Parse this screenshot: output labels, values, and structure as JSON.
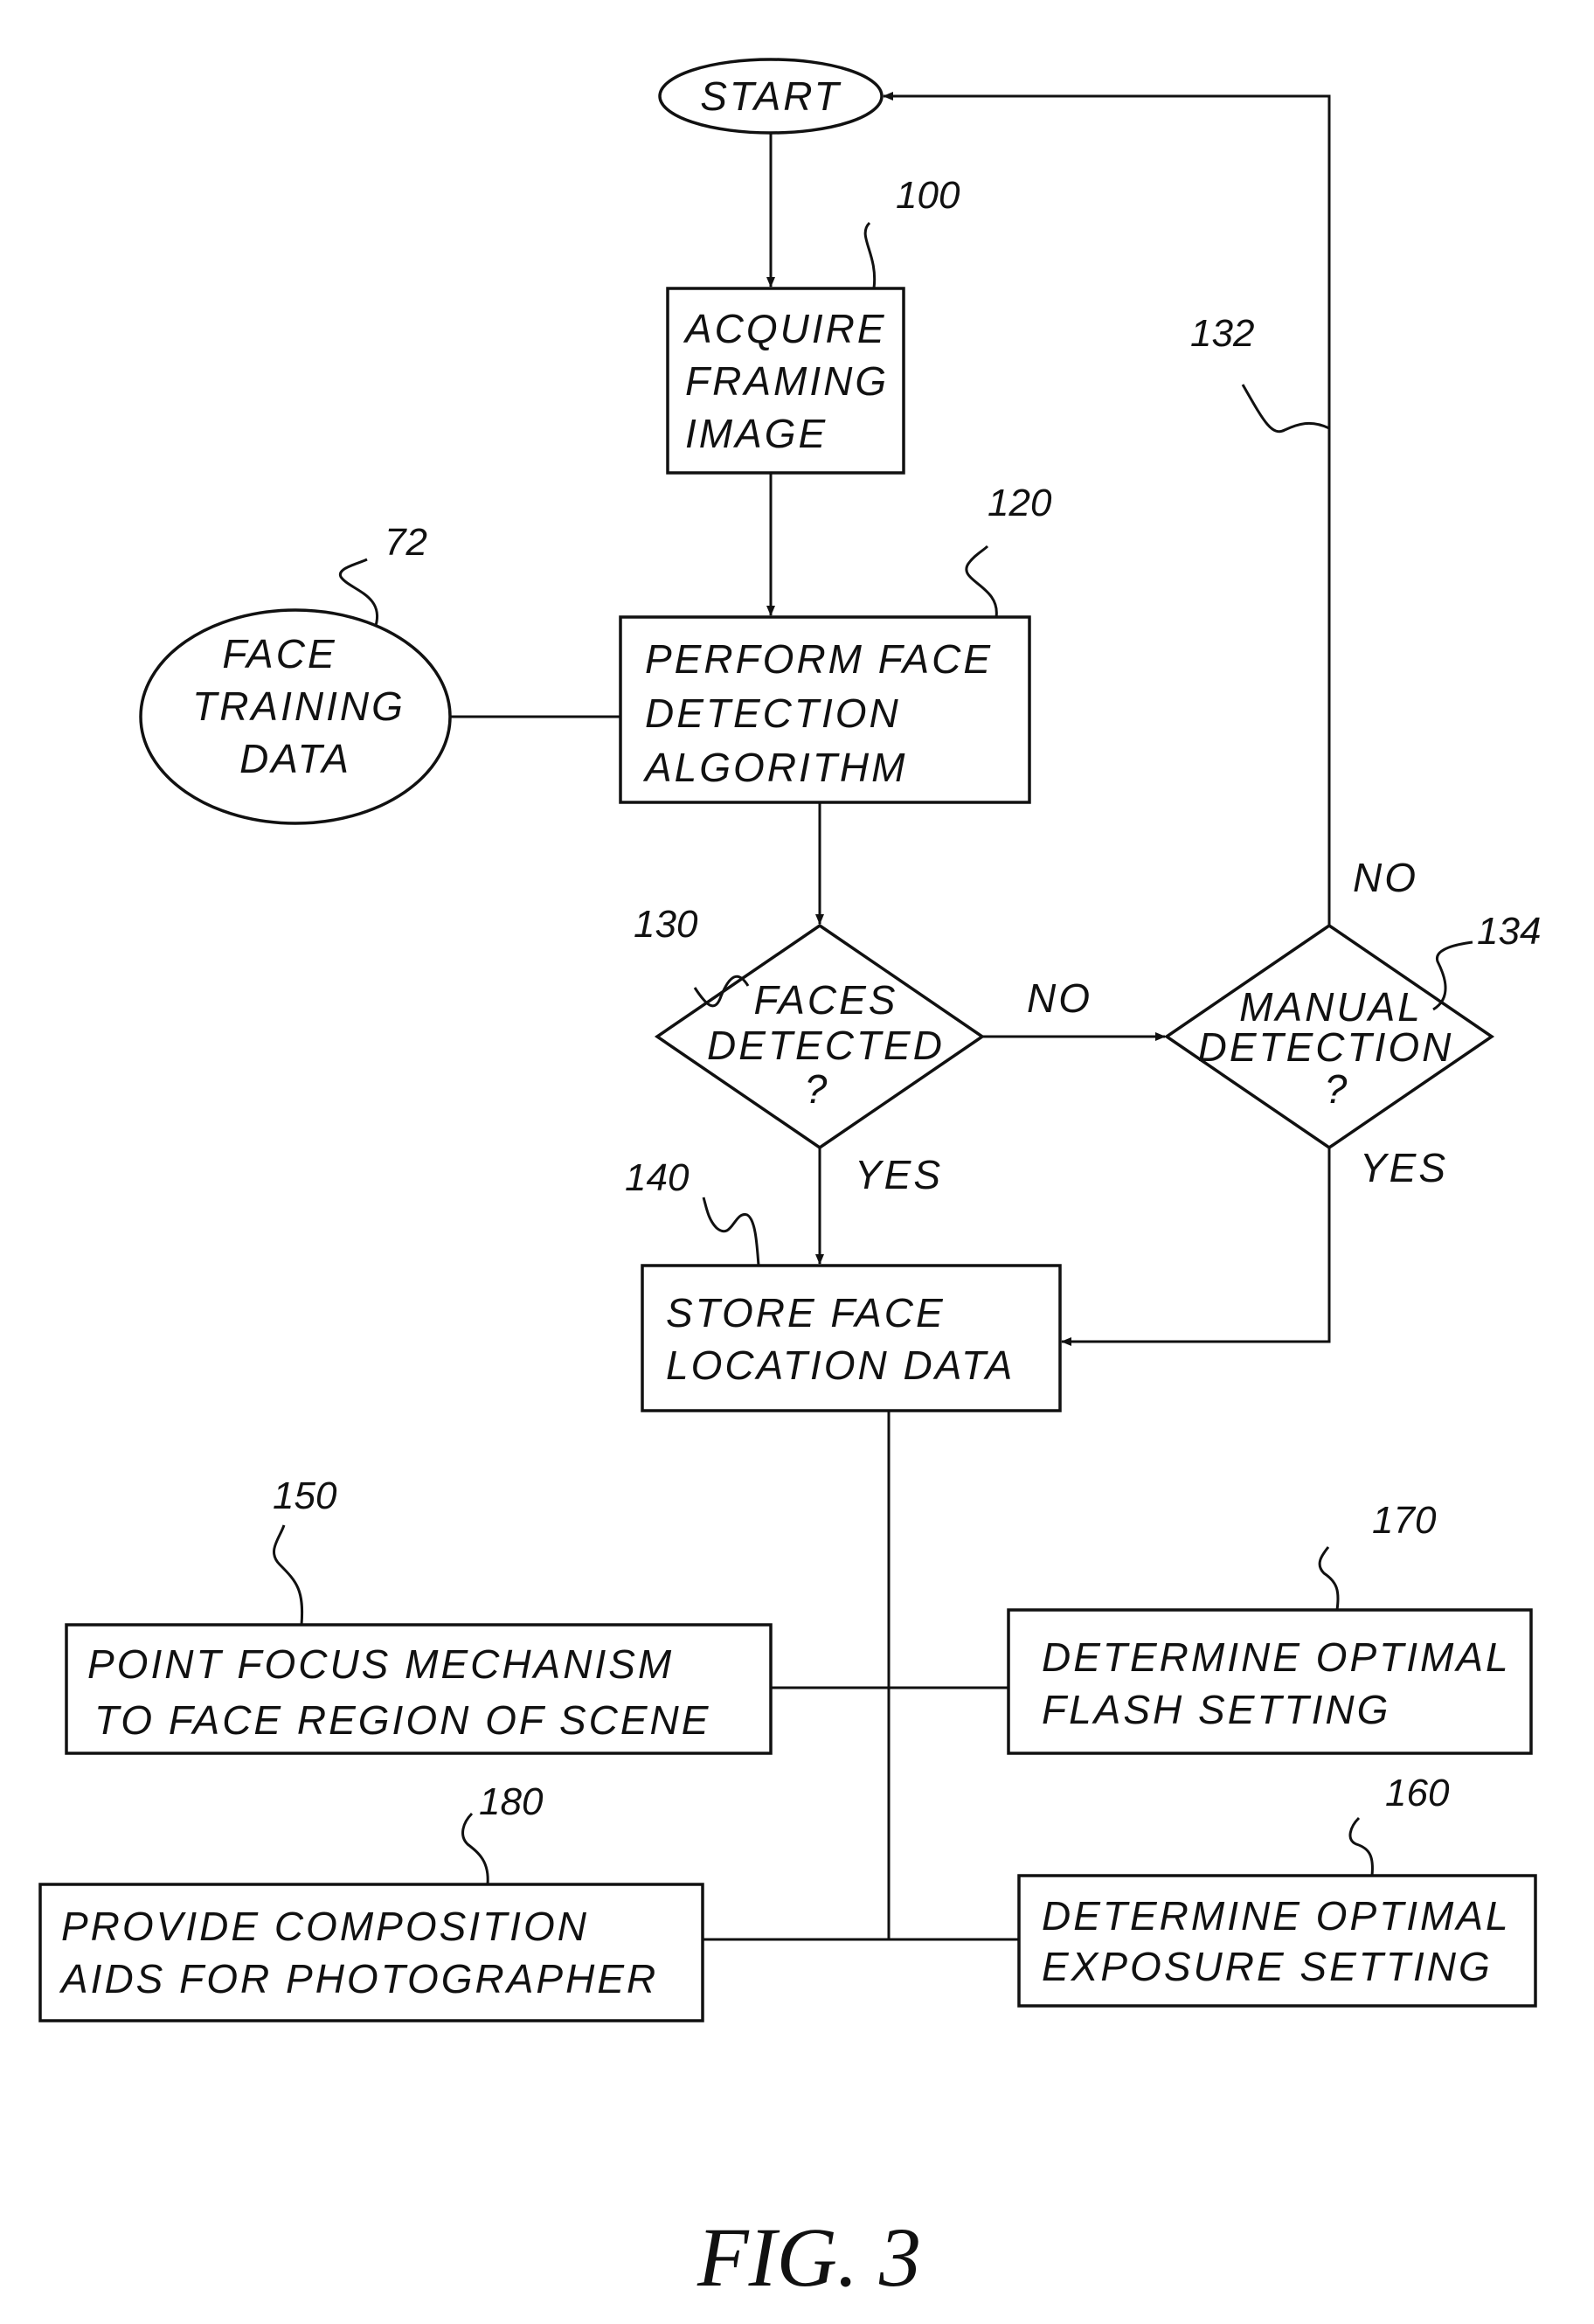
{
  "figure": {
    "caption": "FIG. 3"
  },
  "nodes": {
    "start": {
      "lines": [
        "START"
      ]
    },
    "acquire": {
      "ref": "100",
      "lines": [
        "ACQUIRE",
        "FRAMING",
        "IMAGE"
      ]
    },
    "training": {
      "ref": "72",
      "lines": [
        "FACE",
        "TRAINING",
        "DATA"
      ]
    },
    "detect": {
      "ref": "120",
      "lines": [
        "PERFORM FACE",
        "DETECTION",
        "ALGORITHM"
      ]
    },
    "faces_q": {
      "ref": "130",
      "lines": [
        "FACES",
        "DETECTED",
        "?"
      ]
    },
    "manual_q": {
      "ref": "134",
      "lines": [
        "MANUAL",
        "DETECTION",
        "?"
      ]
    },
    "store": {
      "ref": "140",
      "lines": [
        "STORE FACE",
        "LOCATION DATA"
      ]
    },
    "focus": {
      "ref": "150",
      "lines": [
        "POINT FOCUS MECHANISM",
        "TO FACE REGION OF SCENE"
      ]
    },
    "flash": {
      "ref": "170",
      "lines": [
        "DETERMINE OPTIMAL",
        "FLASH SETTING"
      ]
    },
    "compose": {
      "ref": "180",
      "lines": [
        "PROVIDE COMPOSITION",
        "AIDS FOR PHOTOGRAPHER"
      ]
    },
    "exposure": {
      "ref": "160",
      "lines": [
        "DETERMINE OPTIMAL",
        "EXPOSURE SETTING"
      ]
    }
  },
  "edges": {
    "faces_no": "NO",
    "faces_yes": "YES",
    "manual_no": "NO",
    "manual_yes": "YES",
    "loop_ref": "132"
  }
}
